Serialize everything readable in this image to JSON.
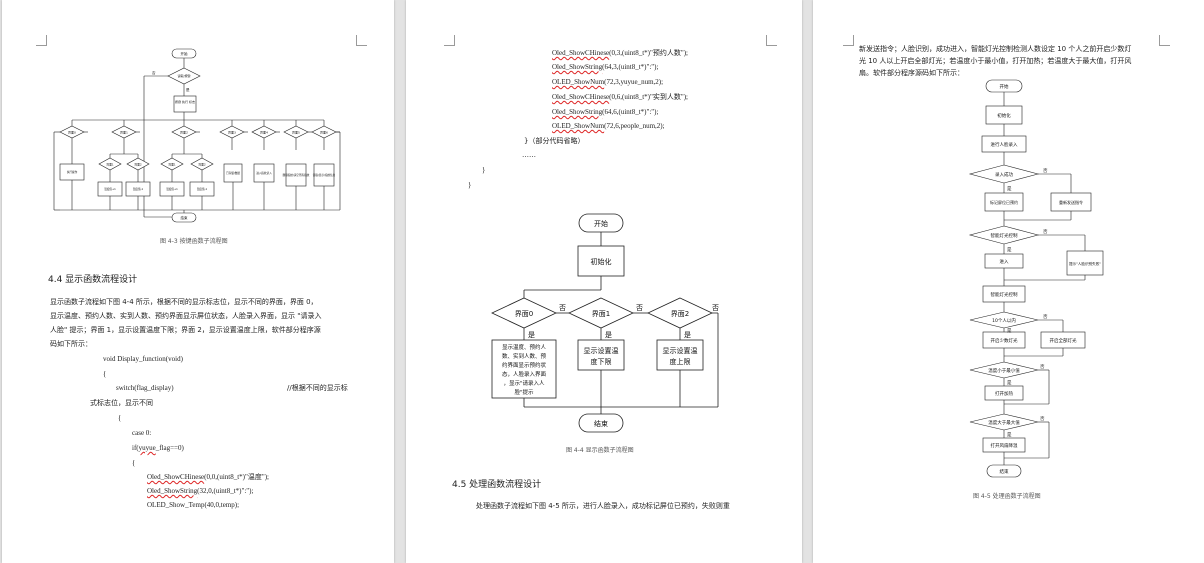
{
  "page1": {
    "fig43": {
      "start": "开始",
      "decision_top": "读取/按键",
      "yes": "是",
      "no": "否",
      "box_set": "按键 执行 标志",
      "diamonds": [
        "界面0",
        "界面1",
        "界面2",
        "界面3",
        "界面4",
        "界面5",
        "界面6"
      ],
      "small_diamonds": [
        "界面1",
        "界面2",
        "界面1",
        "界面2"
      ],
      "boxes": [
        "执行操作",
        "温度值+1",
        "温度值-1",
        "温度值+1",
        "温度值-1",
        "已存储/数据",
        "进入指纹录入",
        "删除指纹/清空所有指纹",
        "读取/显示/指纹信息"
      ],
      "end": "结束",
      "caption": "图 4-3   按键函数子流程图"
    },
    "section_title": "4.4  显示函数流程设计",
    "para_lines": [
      "显示函数子流程如下图 4-4 所示，根据不同的显示标志位，显示不同的界面，界面 0，",
      "显示温度、预约人数、实到人数、预约界面显示屏位状态，人脸录入界面，显示 \"请录入",
      "人脸\" 提示；界面 1，显示设置温度下限；界面 2，显示设置温度上限，软件部分程序源",
      "码如下所示："
    ],
    "code": {
      "fn": "void Display_function(void)",
      "brace_open": "{",
      "switch": "switch(flag_display)",
      "comment1": "//根据不同的显示标",
      "comment2": "式标志位，显示不同",
      "brace2": "{",
      "case0": "case 0:",
      "if_a": "if(",
      "if_b": "yuyue",
      "if_c": "_flag==0)",
      "brace3": "{",
      "line1_a": "Oled_ShowCHinese",
      "line1_b": "(0,0,(uint8_t*)\"温度\");",
      "line2_a": "Oled_ShowString",
      "line2_b": "(32,0,(uint8_t*)\":\");",
      "line3": "OLED_Show_Temp(40,0,temp);"
    }
  },
  "page2": {
    "code_lines": [
      [
        "Oled_ShowCHinese",
        "(0,3,(uint8_t*)\"预约人数\");"
      ],
      [
        "Oled_ShowString",
        "(64,3,(uint8_t*)\":\");"
      ],
      [
        "OLED_ShowNum",
        "(72,3,yuyue_num,2);"
      ],
      [
        "Oled_ShowCHinese",
        "(0,6,(uint8_t*)\"实到人数\");"
      ],
      [
        "Oled_ShowString",
        "(64,6,(uint8_t*)\":\");"
      ],
      [
        "OLED_ShowNum",
        "(72,6,people_num,2);"
      ]
    ],
    "omitted": "}（部分代码省略）",
    "dots": "……",
    "brace_a": "}",
    "brace_b": "}",
    "fig44": {
      "start": "开始",
      "init": "初始化",
      "d0": "界面0",
      "d1": "界面1",
      "d2": "界面2",
      "yes": "是",
      "no": "否",
      "box0": [
        "显示温度、预约人",
        "数、实到人数、预",
        "约界面显示预约状",
        "态，人脸录入界面",
        "，显示\"请录入人",
        "脸\"提示"
      ],
      "box1": [
        "显示设置温",
        "度下限"
      ],
      "box2": [
        "显示设置温",
        "度上限"
      ],
      "end": "结束",
      "caption": "图 4-4   显示函数子流程图"
    },
    "section_title": "4.5  处理函数流程设计",
    "para": "处理函数子流程如下图 4-5 所示，进行人脸录入，成功标记屏位已预约，失败则重"
  },
  "page3": {
    "para_lines": [
      "新发送指令；人脸识别，成功进入，智能灯光控制检测人数设定 10 个人之前开启少数灯",
      "光  10 人以上开启全部灯光；若温度小于最小值，打开加热；若温度大于最大值，打开风",
      "扇。软件部分程序源码如下所示："
    ],
    "fig45": {
      "start": "开始",
      "init": "初始化",
      "face_in": "进行人脸录入",
      "d_success": "录入成功",
      "box_mark": "标记屏位已预约",
      "box_resend": "重新发送指令",
      "d_light": "智能灯光控制",
      "enter": "进入",
      "box_prompt": "提示\"人脸识别失败\"",
      "box_smart": "智能灯光控制",
      "d_ten": "10个人以内",
      "box_some": "开启少数灯光",
      "box_all": "开启全部灯光",
      "d_min": "温度小于最小值",
      "heat": "打开加热",
      "d_max": "温度大于最大值",
      "fan": "打开风扇降温",
      "end": "结束",
      "yes": "是",
      "no": "否",
      "caption": "图 4-5   处理函数子流程图"
    }
  }
}
